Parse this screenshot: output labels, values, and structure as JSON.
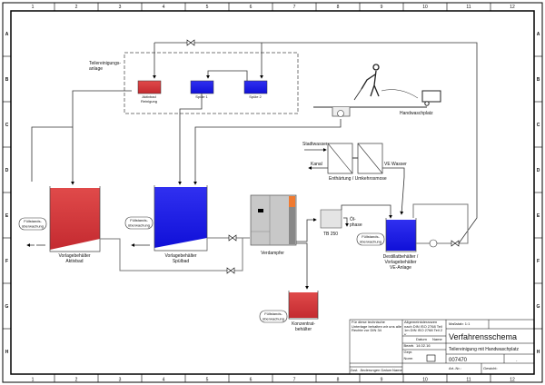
{
  "frame": {
    "columns": [
      "1",
      "2",
      "3",
      "4",
      "5",
      "6",
      "7",
      "8",
      "9",
      "10",
      "11",
      "12"
    ],
    "rows": [
      "A",
      "B",
      "C",
      "D",
      "E",
      "F",
      "G",
      "H"
    ]
  },
  "cleaning_unit": {
    "label_line1": "Teilereinigungs-",
    "label_line2": "anlage",
    "tanks": [
      {
        "line1": "Aktivbad",
        "line2": "Reinigung",
        "color": "#d9343a"
      },
      {
        "line1": "Spüle 1",
        "line2": "",
        "color": "#1a1aee"
      },
      {
        "line1": "Spüle 2",
        "line2": "",
        "color": "#1a1aee"
      }
    ]
  },
  "wash_station": {
    "label": "Handwaschplatz"
  },
  "softening": {
    "city_water": "Stadtwasser",
    "sewer": "Kanal",
    "label": "Enthärtung / Umkehrosmose",
    "ve_water": "VE Wasser"
  },
  "tanks": {
    "active": {
      "line1": "Vorlagebehälter",
      "line2": "Aktivbad",
      "color": "#d9343a"
    },
    "rinse": {
      "line1": "Vorlagebehälter",
      "line2": "Spülbad",
      "color": "#1a1aee"
    },
    "distillate": {
      "line1": "Destillatbehälter /",
      "line2": "Vorlagebehälter",
      "line3": "VE-Anlage",
      "color": "#1a1aee"
    },
    "concentrate": {
      "line1": "Konzentrat-",
      "line2": "behälter",
      "color": "#d9343a"
    }
  },
  "level_monitor": {
    "line1": "Füllstands-",
    "line2": "überwachung"
  },
  "evaporator": {
    "label": "Verdampfer"
  },
  "separator": {
    "label": "TB 250",
    "oil_line1": "Öl-",
    "oil_line2": "phase"
  },
  "title_block": {
    "note": "Für diese technische Unterlage behalten wir uns alle Rechte vor DIN 34",
    "tolerances": "Allgemeintoleranzen nach DIN ISO 2768 Teil 1m DIN ISO 2768 Teil 2 K",
    "scale": "Maßstab: 1:1",
    "date_header": "Datum",
    "name_header": "Name",
    "date": "14.02.16",
    "drawn": "Bearb.",
    "checked": "Gepr.",
    "norm": "Norm",
    "title": "Verfahrensschema",
    "subtitle": "Teilereinigung mit Handwaschplatz",
    "drawing_number": "007470",
    "art_nr": "Art.-Nr.:",
    "weight": "Gewicht:",
    "revision_headers": [
      "Zust.",
      "Änderungen",
      "Datum",
      "Name"
    ],
    "sheet": "-"
  }
}
